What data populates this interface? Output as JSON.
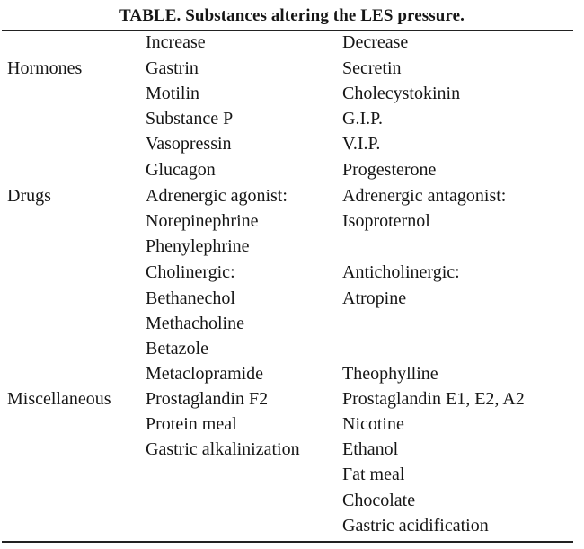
{
  "title": "TABLE. Substances altering the LES pressure.",
  "headers": {
    "category": "",
    "increase": "Increase",
    "decrease": "Decrease"
  },
  "rows": [
    {
      "category": "Hormones",
      "increase": "Gastrin",
      "decrease": "Secretin"
    },
    {
      "category": "",
      "increase": "Motilin",
      "decrease": "Cholecystokinin"
    },
    {
      "category": "",
      "increase": "Substance P",
      "decrease": "G.I.P."
    },
    {
      "category": "",
      "increase": "Vasopressin",
      "decrease": "V.I.P."
    },
    {
      "category": "",
      "increase": "Glucagon",
      "decrease": "Progesterone"
    },
    {
      "category": "Drugs",
      "increase": "Adrenergic agonist:",
      "decrease": "Adrenergic antagonist:"
    },
    {
      "category": "",
      "increase": "Norepinephrine",
      "decrease": "Isoproternol"
    },
    {
      "category": "",
      "increase": "Phenylephrine",
      "decrease": ""
    },
    {
      "category": "",
      "increase": "Cholinergic:",
      "decrease": "Anticholinergic:"
    },
    {
      "category": "",
      "increase": "Bethanechol",
      "decrease": "Atropine"
    },
    {
      "category": "",
      "increase": "Methacholine",
      "decrease": ""
    },
    {
      "category": "",
      "increase": "Betazole",
      "decrease": ""
    },
    {
      "category": "",
      "increase": "Metaclopramide",
      "decrease": "Theophylline"
    },
    {
      "category": "Miscellaneous",
      "increase": "Prostaglandin F2",
      "decrease": "Prostaglandin E1, E2, A2"
    },
    {
      "category": "",
      "increase": "Protein meal",
      "decrease": "Nicotine"
    },
    {
      "category": "",
      "increase": "Gastric alkalinization",
      "decrease": "Ethanol"
    },
    {
      "category": "",
      "increase": "",
      "decrease": "Fat meal"
    },
    {
      "category": "",
      "increase": "",
      "decrease": "Chocolate"
    },
    {
      "category": "",
      "increase": "",
      "decrease": "Gastric acidification"
    }
  ]
}
